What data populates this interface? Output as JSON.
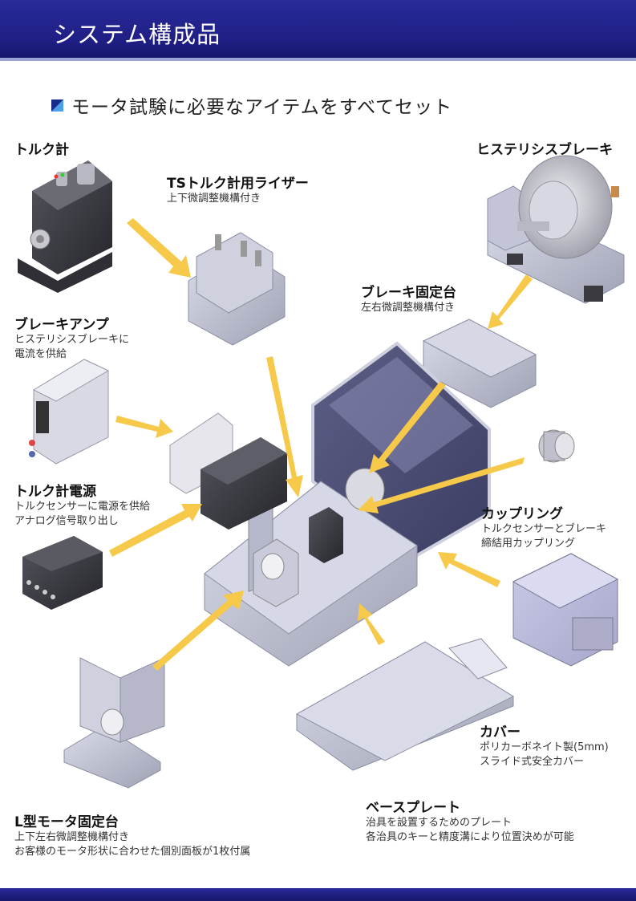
{
  "header": {
    "title": "システム構成品"
  },
  "subtitle": "モータ試験に必要なアイテムをすべてセット",
  "components": {
    "torque_meter": {
      "title": "トルク計"
    },
    "ts_riser": {
      "title": "TSトルク計用ライザー",
      "desc": [
        "上下微調整機構付き"
      ]
    },
    "hysteresis_brake": {
      "title": "ヒステリシスブレーキ"
    },
    "brake_base": {
      "title": "ブレーキ固定台",
      "desc": [
        "左右微調整機構付き"
      ]
    },
    "brake_amp": {
      "title": "ブレーキアンプ",
      "desc": [
        "ヒステリシスブレーキに",
        "電流を供給"
      ]
    },
    "torque_power": {
      "title": "トルク計電源",
      "desc": [
        "トルクセンサーに電源を供給",
        "アナログ信号取り出し"
      ]
    },
    "coupling": {
      "title": "カップリング",
      "desc": [
        "トルクセンサーとブレーキ",
        "締結用カップリング"
      ]
    },
    "cover": {
      "title": "カバー",
      "desc": [
        "ポリカーボネイト製(5mm)",
        "スライド式安全カバー"
      ]
    },
    "base_plate": {
      "title": "ベースプレート",
      "desc": [
        "治具を設置するためのプレート",
        "各治具のキーと精度溝により位置決めが可能"
      ]
    },
    "l_motor_base": {
      "title": "L型モータ固定台",
      "desc": [
        "上下左右微調整機構付き",
        "お客様のモータ形状に合わせた個別面板が1枚付属"
      ]
    }
  },
  "colors": {
    "header_bg": "#1f1f85",
    "arrow": "#f6c94a",
    "metal": "#b9bccb",
    "dark_metal": "#3d3d44"
  }
}
